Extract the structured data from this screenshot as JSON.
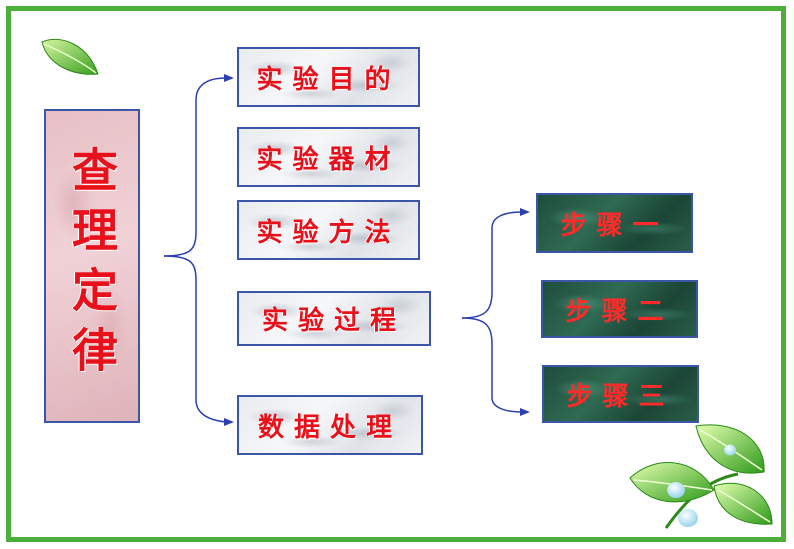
{
  "main_topic": "查理定律",
  "branches": [
    {
      "label": "实验目的"
    },
    {
      "label": "实验器材"
    },
    {
      "label": "实验方法"
    },
    {
      "label": "实验过程"
    },
    {
      "label": "数据处理"
    }
  ],
  "steps": [
    {
      "label": "步骤一"
    },
    {
      "label": "步骤二"
    },
    {
      "label": "步骤三"
    }
  ],
  "colors": {
    "frame": "#4caf3a",
    "text": "#e8101a",
    "box_border": "#3b55a8",
    "connector": "#2b3fb0"
  }
}
